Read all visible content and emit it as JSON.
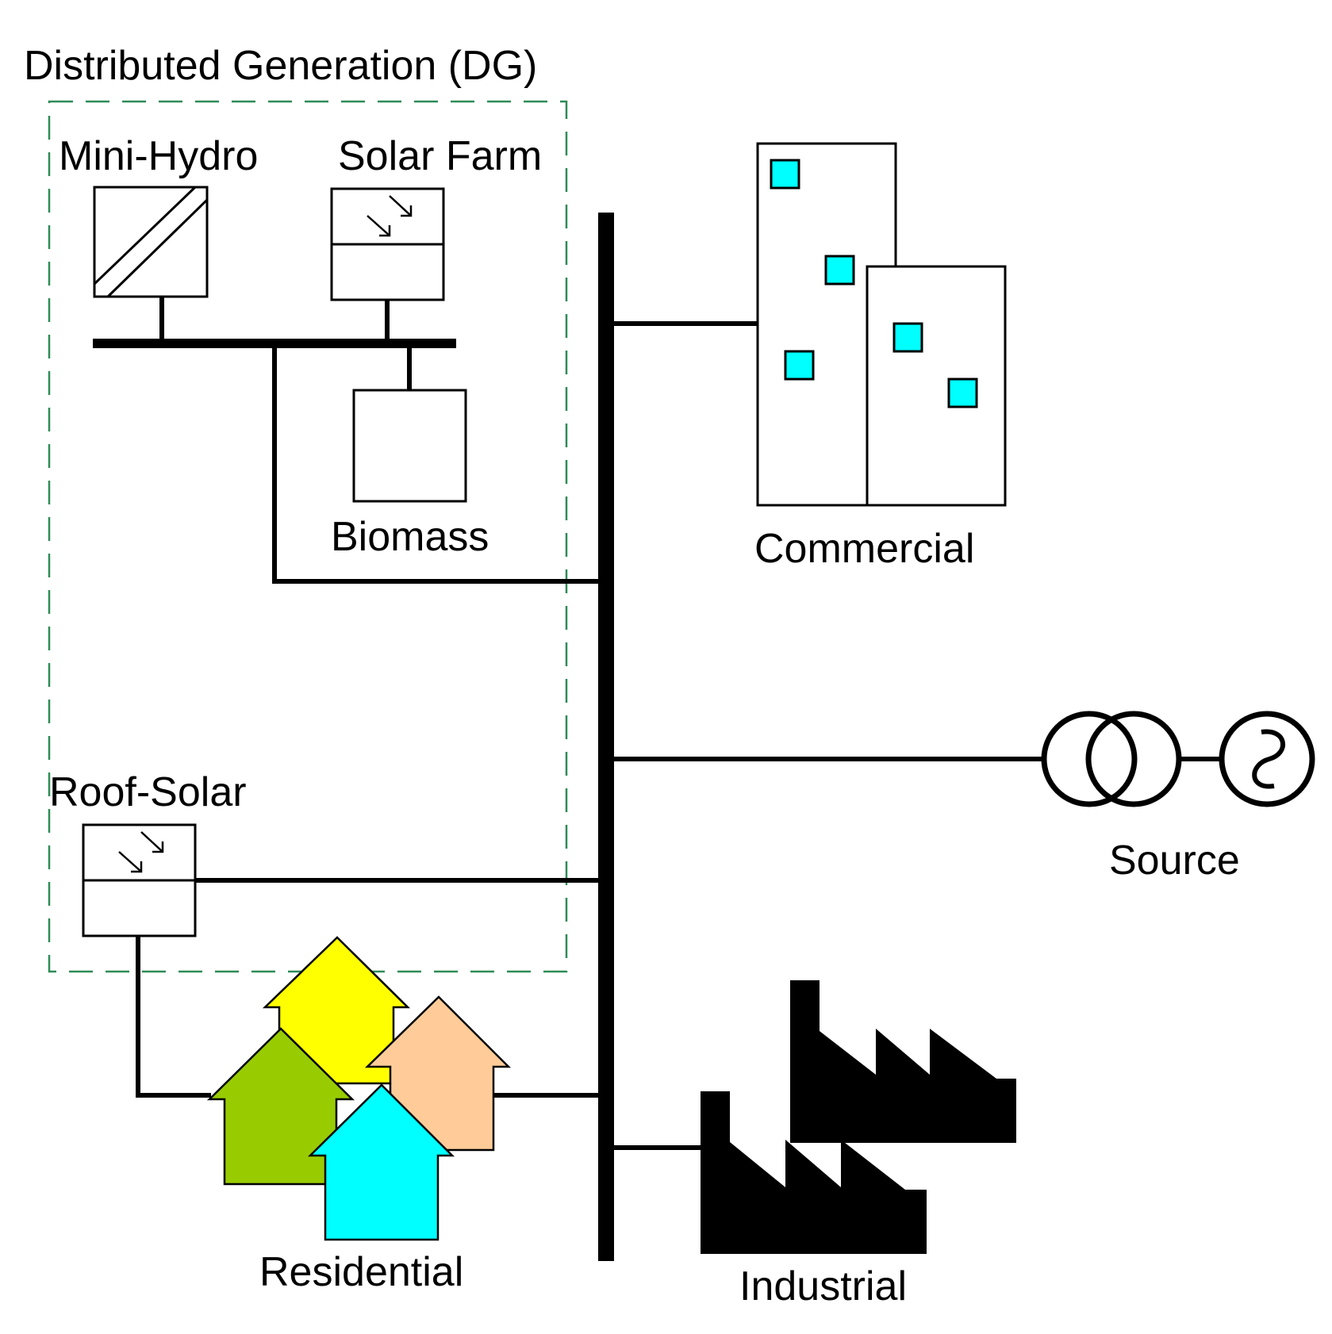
{
  "title": "Distributed Generation (DG)",
  "labels": {
    "mini_hydro": "Mini-Hydro",
    "solar_farm": "Solar Farm",
    "biomass": "Biomass",
    "roof_solar": "Roof-Solar",
    "commercial": "Commercial",
    "source": "Source",
    "residential": "Residential",
    "industrial": "Industrial"
  },
  "colors": {
    "dg_boundary": "#2e8b57",
    "window": "#00ffff",
    "house_yellow": "#ffff00",
    "house_green": "#99cc00",
    "house_peach": "#ffcc99",
    "house_cyan": "#00ffff",
    "factory": "#000000"
  },
  "icons": {
    "mini_hydro": "hydro-generator-icon",
    "solar_farm": "pv-panel-icon",
    "biomass": "biomass-generator-icon",
    "roof_solar": "pv-panel-icon",
    "commercial": "office-buildings-icon",
    "source": "transformer-ac-source-icon",
    "residential": "houses-icon",
    "industrial": "factories-icon"
  }
}
